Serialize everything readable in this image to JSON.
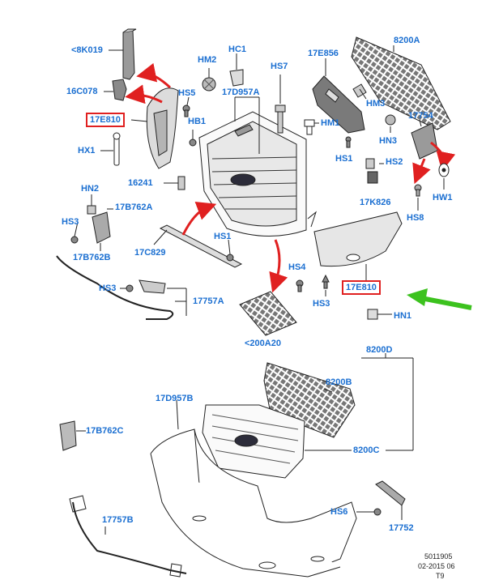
{
  "colors": {
    "label": "#1b6fd1",
    "highlight_box": "#e02020",
    "red_arrow": "#e02020",
    "green_arrow": "#3cc21e",
    "line": "#222222"
  },
  "labels": {
    "k8K019": "<8K019",
    "c16C078": "16C078",
    "e17E810_left": "17E810",
    "hx1": "HX1",
    "hm2": "HM2",
    "hs5": "HS5",
    "hc1": "HC1",
    "d17D957A": "17D957A",
    "hb1": "HB1",
    "hs7": "HS7",
    "e17E856": "17E856",
    "a8200A": "8200A",
    "hm3": "HM3",
    "hm1": "HM1",
    "e17754": "17754",
    "hn3": "HN3",
    "hs1_top": "HS1",
    "hs2": "HS2",
    "k17K826": "17K826",
    "hw1": "HW1",
    "hs8": "HS8",
    "c16241": "16241",
    "hn2": "HN2",
    "b17B762A": "17B762A",
    "hs3_left": "HS3",
    "b17B762B": "17B762B",
    "c17C829": "17C829",
    "hs1_mid": "HS1",
    "hs4": "HS4",
    "hs3_mid": "HS3",
    "e17E810_right": "17E810",
    "hn1": "HN1",
    "hs3_bottom": "HS3",
    "e17757A": "17757A",
    "a200A20": "<200A20",
    "d8200D": "8200D",
    "b8200B": "8200B",
    "c8200C": "8200C",
    "d17D957B": "17D957B",
    "b17B762C": "17B762C",
    "b17757B": "17757B",
    "hs6": "HS6",
    "e17752": "17752"
  },
  "footer": {
    "ref": "5011905",
    "date": "02-2015 06",
    "code": "T9"
  }
}
